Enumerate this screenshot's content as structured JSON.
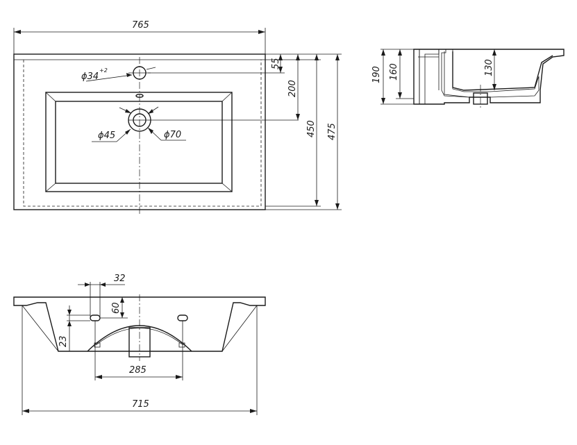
{
  "dimensions": {
    "top_width": "765",
    "hole_diameter": "ϕ34",
    "hole_tolerance": "+2",
    "hole_offset": "55",
    "bowl_depth_from_edge": "200",
    "inner_depth": "450",
    "total_depth": "475",
    "drain_inner": "ϕ45",
    "drain_outer": "ϕ70",
    "section_height": "190",
    "section_mid": "160",
    "section_bowl": "130",
    "bracket_spacing": "32",
    "bracket_height": "60",
    "front_offset": "23",
    "bracket_distance": "285",
    "bottom_width": "715"
  }
}
